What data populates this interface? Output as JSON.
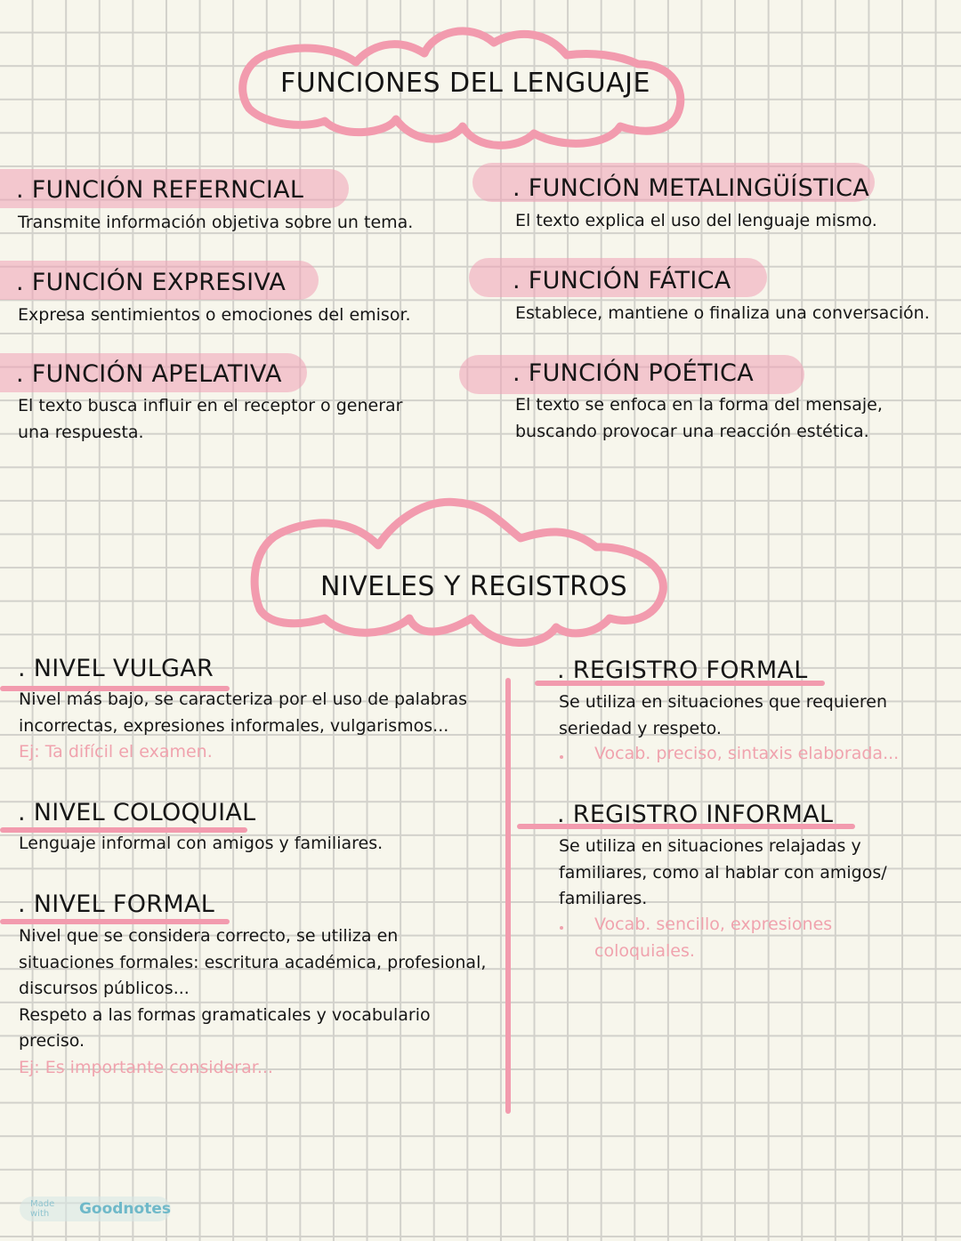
{
  "colors": {
    "paper": "#f7f6ec",
    "grid": "#d2d1cb",
    "accent_pink": "#f29bae",
    "highlight_pink": "#f4c3cf",
    "example_text": "#f0a3ae",
    "ink": "#161616",
    "brand_teal": "#6fb9c9"
  },
  "section1": {
    "title": "FUNCIONES DEL LENGUAJE",
    "items": [
      {
        "heading": ". FUNCIÓN REFERNCIAL",
        "lines": [
          "Transmite información objetiva sobre un tema."
        ]
      },
      {
        "heading": ". FUNCIÓN METALINGÜÍSTICA",
        "lines": [
          "El texto explica el uso del lenguaje mismo."
        ]
      },
      {
        "heading": ". FUNCIÓN EXPRESIVA",
        "lines": [
          "Expresa sentimientos o emociones del emisor."
        ]
      },
      {
        "heading": ". FUNCIÓN FÁTICA",
        "lines": [
          "Establece, mantiene o finaliza una conversación."
        ]
      },
      {
        "heading": ". FUNCIÓN APELATIVA",
        "lines": [
          "El texto busca influir en el receptor o generar",
          "una respuesta."
        ]
      },
      {
        "heading": ". FUNCIÓN POÉTICA",
        "lines": [
          "El texto se enfoca en la forma del mensaje,",
          "buscando provocar una reacción estética."
        ]
      }
    ]
  },
  "section2": {
    "title": "NIVELES Y REGISTROS",
    "niveles": [
      {
        "heading": ". NIVEL VULGAR",
        "lines": [
          "Nivel más bajo, se caracteriza por el uso de palabras",
          "incorrectas, expresiones informales, vulgarismos..."
        ],
        "example": "Ej: Ta difícil el examen."
      },
      {
        "heading": ". NIVEL COLOQUIAL",
        "lines": [
          "Lenguaje informal con amigos y familiares."
        ]
      },
      {
        "heading": ". NIVEL FORMAL",
        "lines": [
          "Nivel que se considera correcto, se utiliza en",
          "situaciones formales: escritura académica, profesional,",
          "discursos públicos...",
          "Respeto a las formas gramaticales y vocabulario",
          "preciso."
        ],
        "example": "Ej: Es importante considerar..."
      }
    ],
    "registros": [
      {
        "heading": ". REGISTRO FORMAL",
        "lines": [
          "Se utiliza en situaciones que requieren",
          "seriedad y respeto."
        ],
        "bullet": [
          "Vocab. preciso, sintaxis elaborada..."
        ]
      },
      {
        "heading": ". REGISTRO INFORMAL",
        "lines": [
          "Se utiliza en situaciones relajadas y",
          "familiares, como al hablar con amigos/",
          "familiares."
        ],
        "bullet": [
          "Vocab. sencillo, expresiones",
          "coloquiales."
        ]
      }
    ]
  },
  "watermark": {
    "prefix": "Made with",
    "brand": "Goodnotes"
  }
}
